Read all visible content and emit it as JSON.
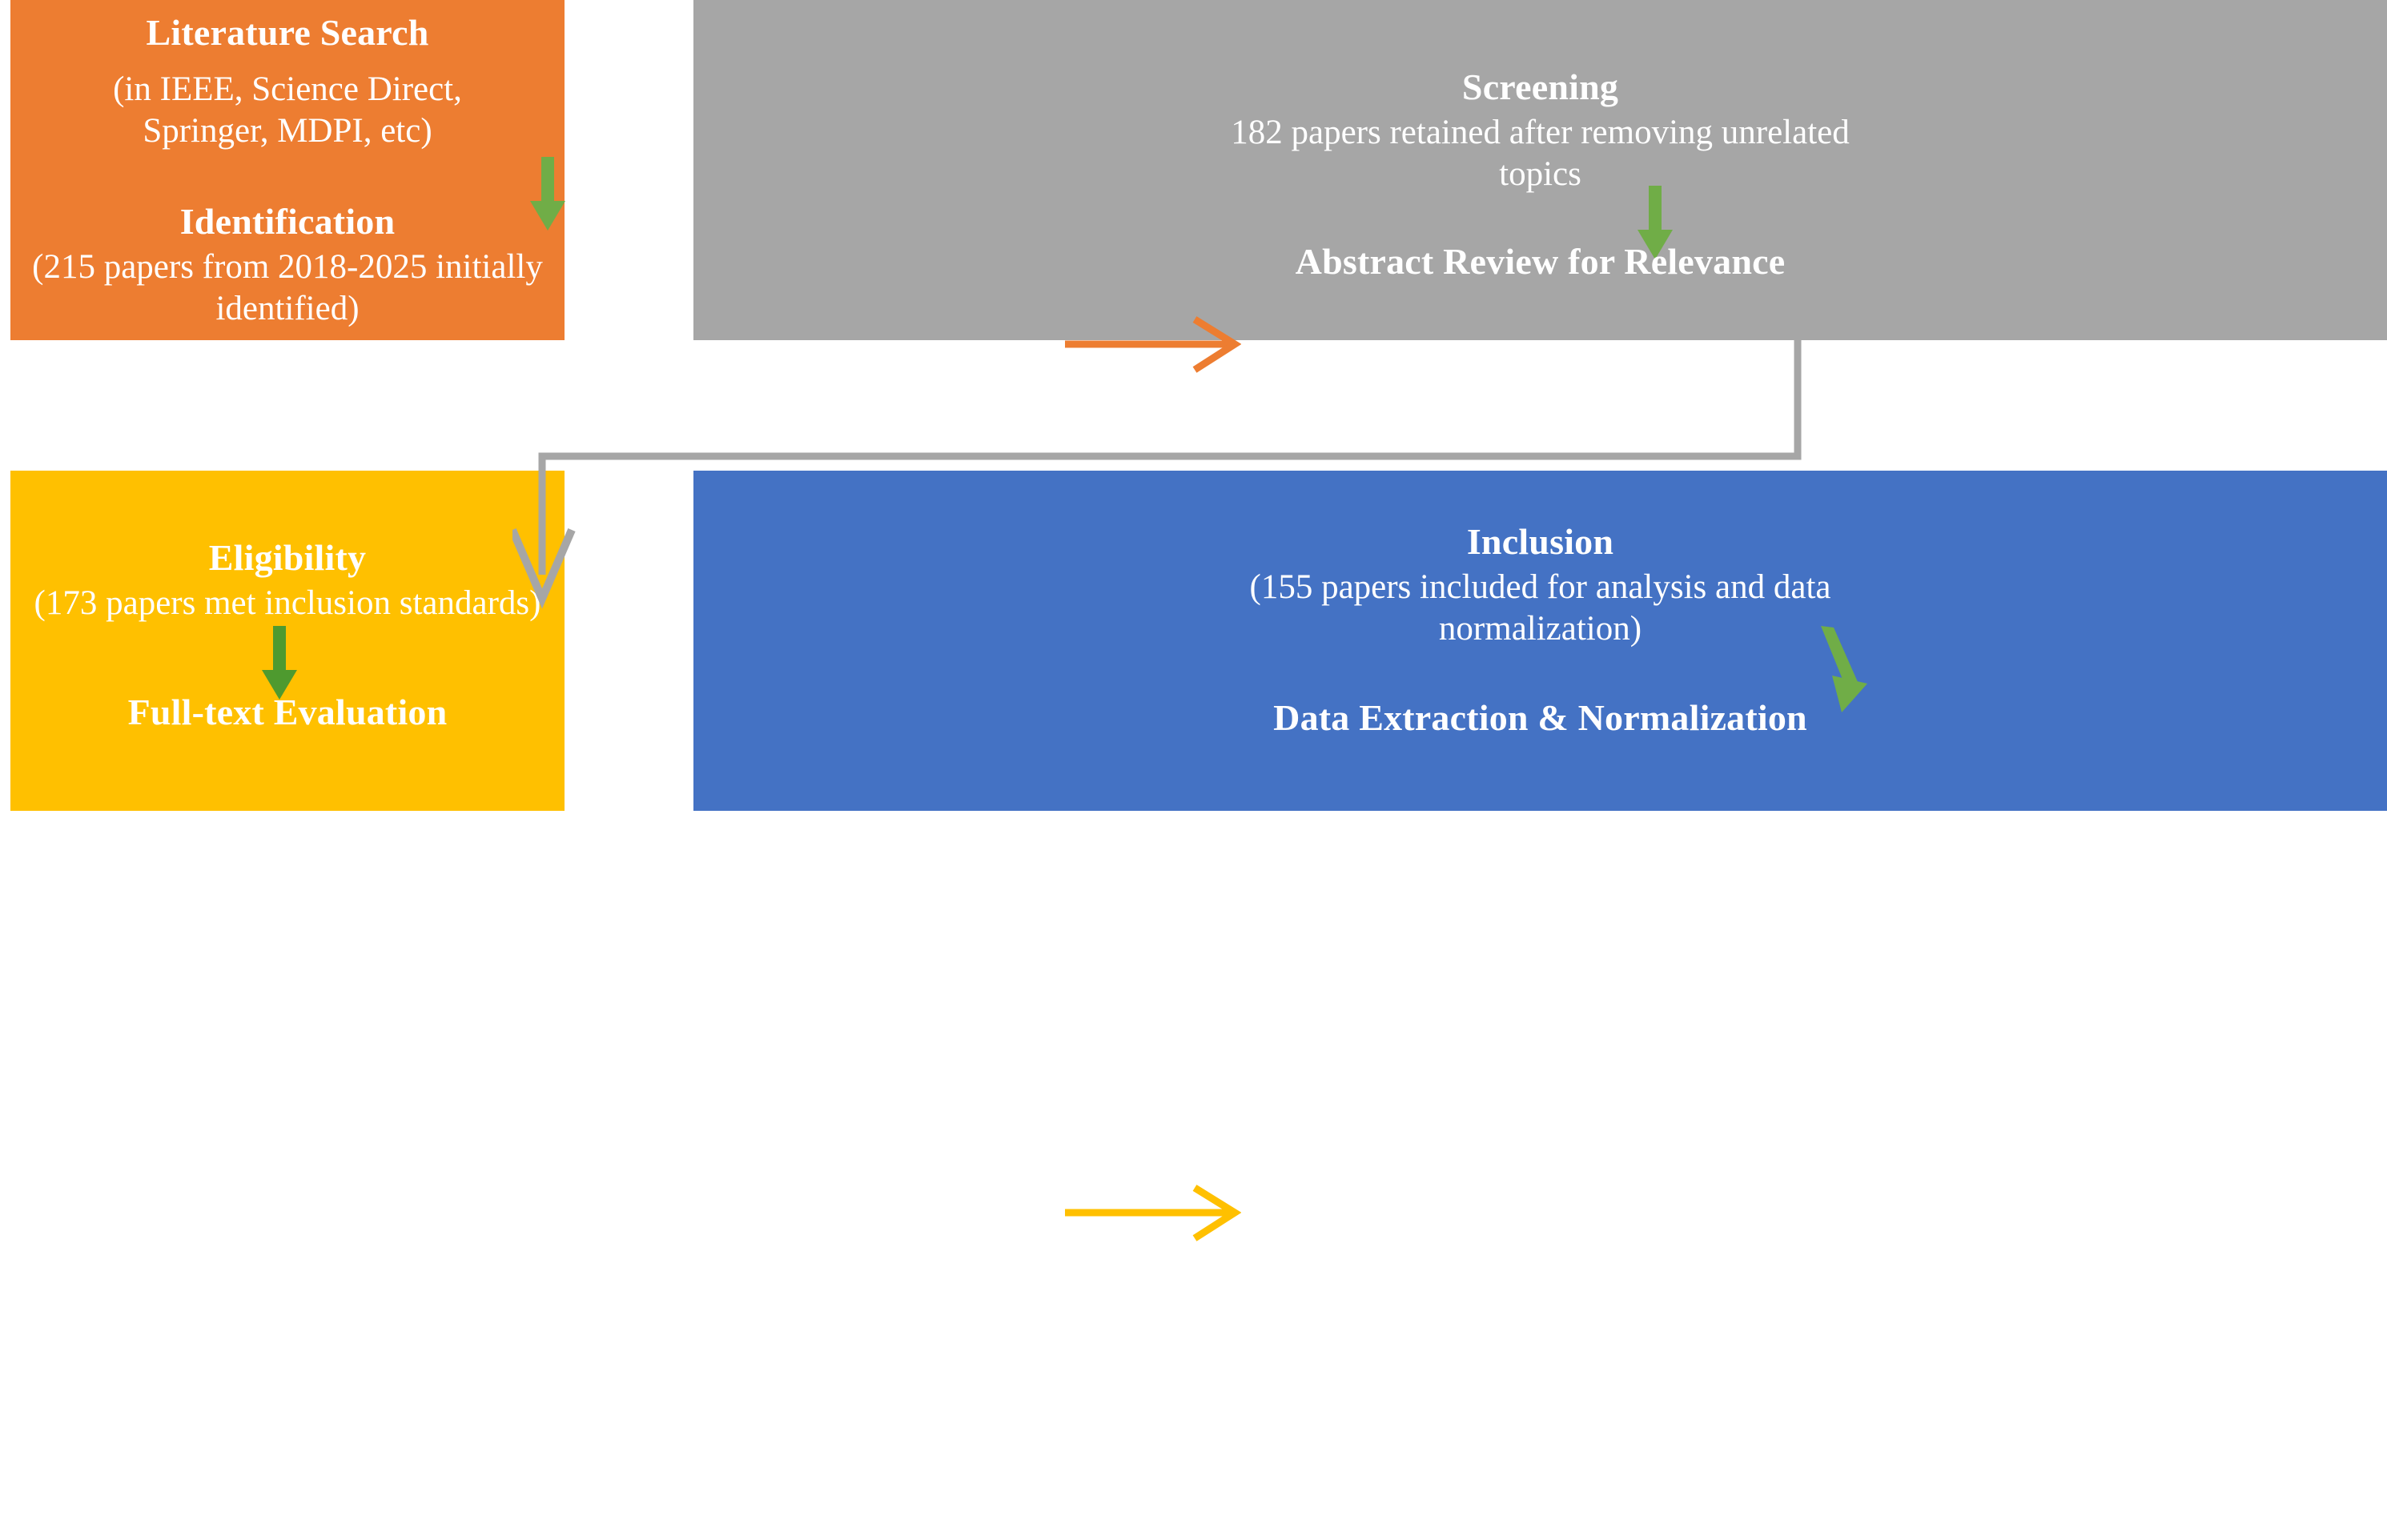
{
  "diagram": {
    "title": "PRISMA-style literature review selection flowchart",
    "colors": {
      "identification_box": "#ED7D31",
      "screening_box": "#A6A6A6",
      "eligibility_box": "#FFC000",
      "inclusion_box": "#4472C4",
      "inner_arrow": "#70AD47",
      "text": "#FFFFFF"
    },
    "stages": {
      "identification": {
        "heading": "Literature Search",
        "detail": "(in IEEE, Science Direct, Springer, MDPI, etc)",
        "sub_heading": "Identification",
        "sub_detail": "(215 papers from 2018-2025 initially identified)",
        "paper_count": 215,
        "year_range": "2018-2025"
      },
      "screening": {
        "heading": "Screening",
        "detail": "182 papers retained after removing unrelated topics",
        "sub_heading": "Abstract Review for Relevance",
        "paper_count": 182
      },
      "eligibility": {
        "heading": "Eligibility",
        "detail": "(173 papers met inclusion standards)",
        "sub_heading": "Full-text Evaluation",
        "paper_count": 173
      },
      "inclusion": {
        "heading": "Inclusion",
        "detail": "(155 papers included for analysis and data normalization)",
        "sub_heading": "Data Extraction & Normalization",
        "paper_count": 155
      }
    },
    "connectors": [
      {
        "name": "identification-to-screening",
        "color": "#ED7D31",
        "direction": "right"
      },
      {
        "name": "screening-to-eligibility",
        "color": "#A6A6A6",
        "direction": "elbow-down-left"
      },
      {
        "name": "eligibility-to-inclusion",
        "color": "#FFC000",
        "direction": "right"
      }
    ]
  }
}
